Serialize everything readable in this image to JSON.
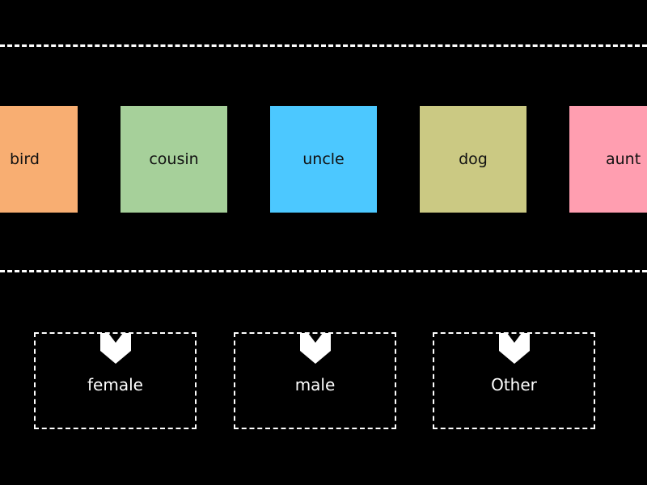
{
  "cards": [
    {
      "label": "bird",
      "color": "#F8AE72"
    },
    {
      "label": "cousin",
      "color": "#A6D09A"
    },
    {
      "label": "uncle",
      "color": "#4CC8FF"
    },
    {
      "label": "dog",
      "color": "#CBC983"
    },
    {
      "label": "aunt",
      "color": "#FF9EB0"
    }
  ],
  "drop_zones": [
    {
      "label": "female",
      "icon": "chevron-down-icon"
    },
    {
      "label": "male",
      "icon": "chevron-down-icon"
    },
    {
      "label": "Other",
      "icon": "chevron-down-icon"
    }
  ],
  "colors": {
    "background": "#000000",
    "lines": "#FFFFFF",
    "text_on_cards": "#111111"
  }
}
